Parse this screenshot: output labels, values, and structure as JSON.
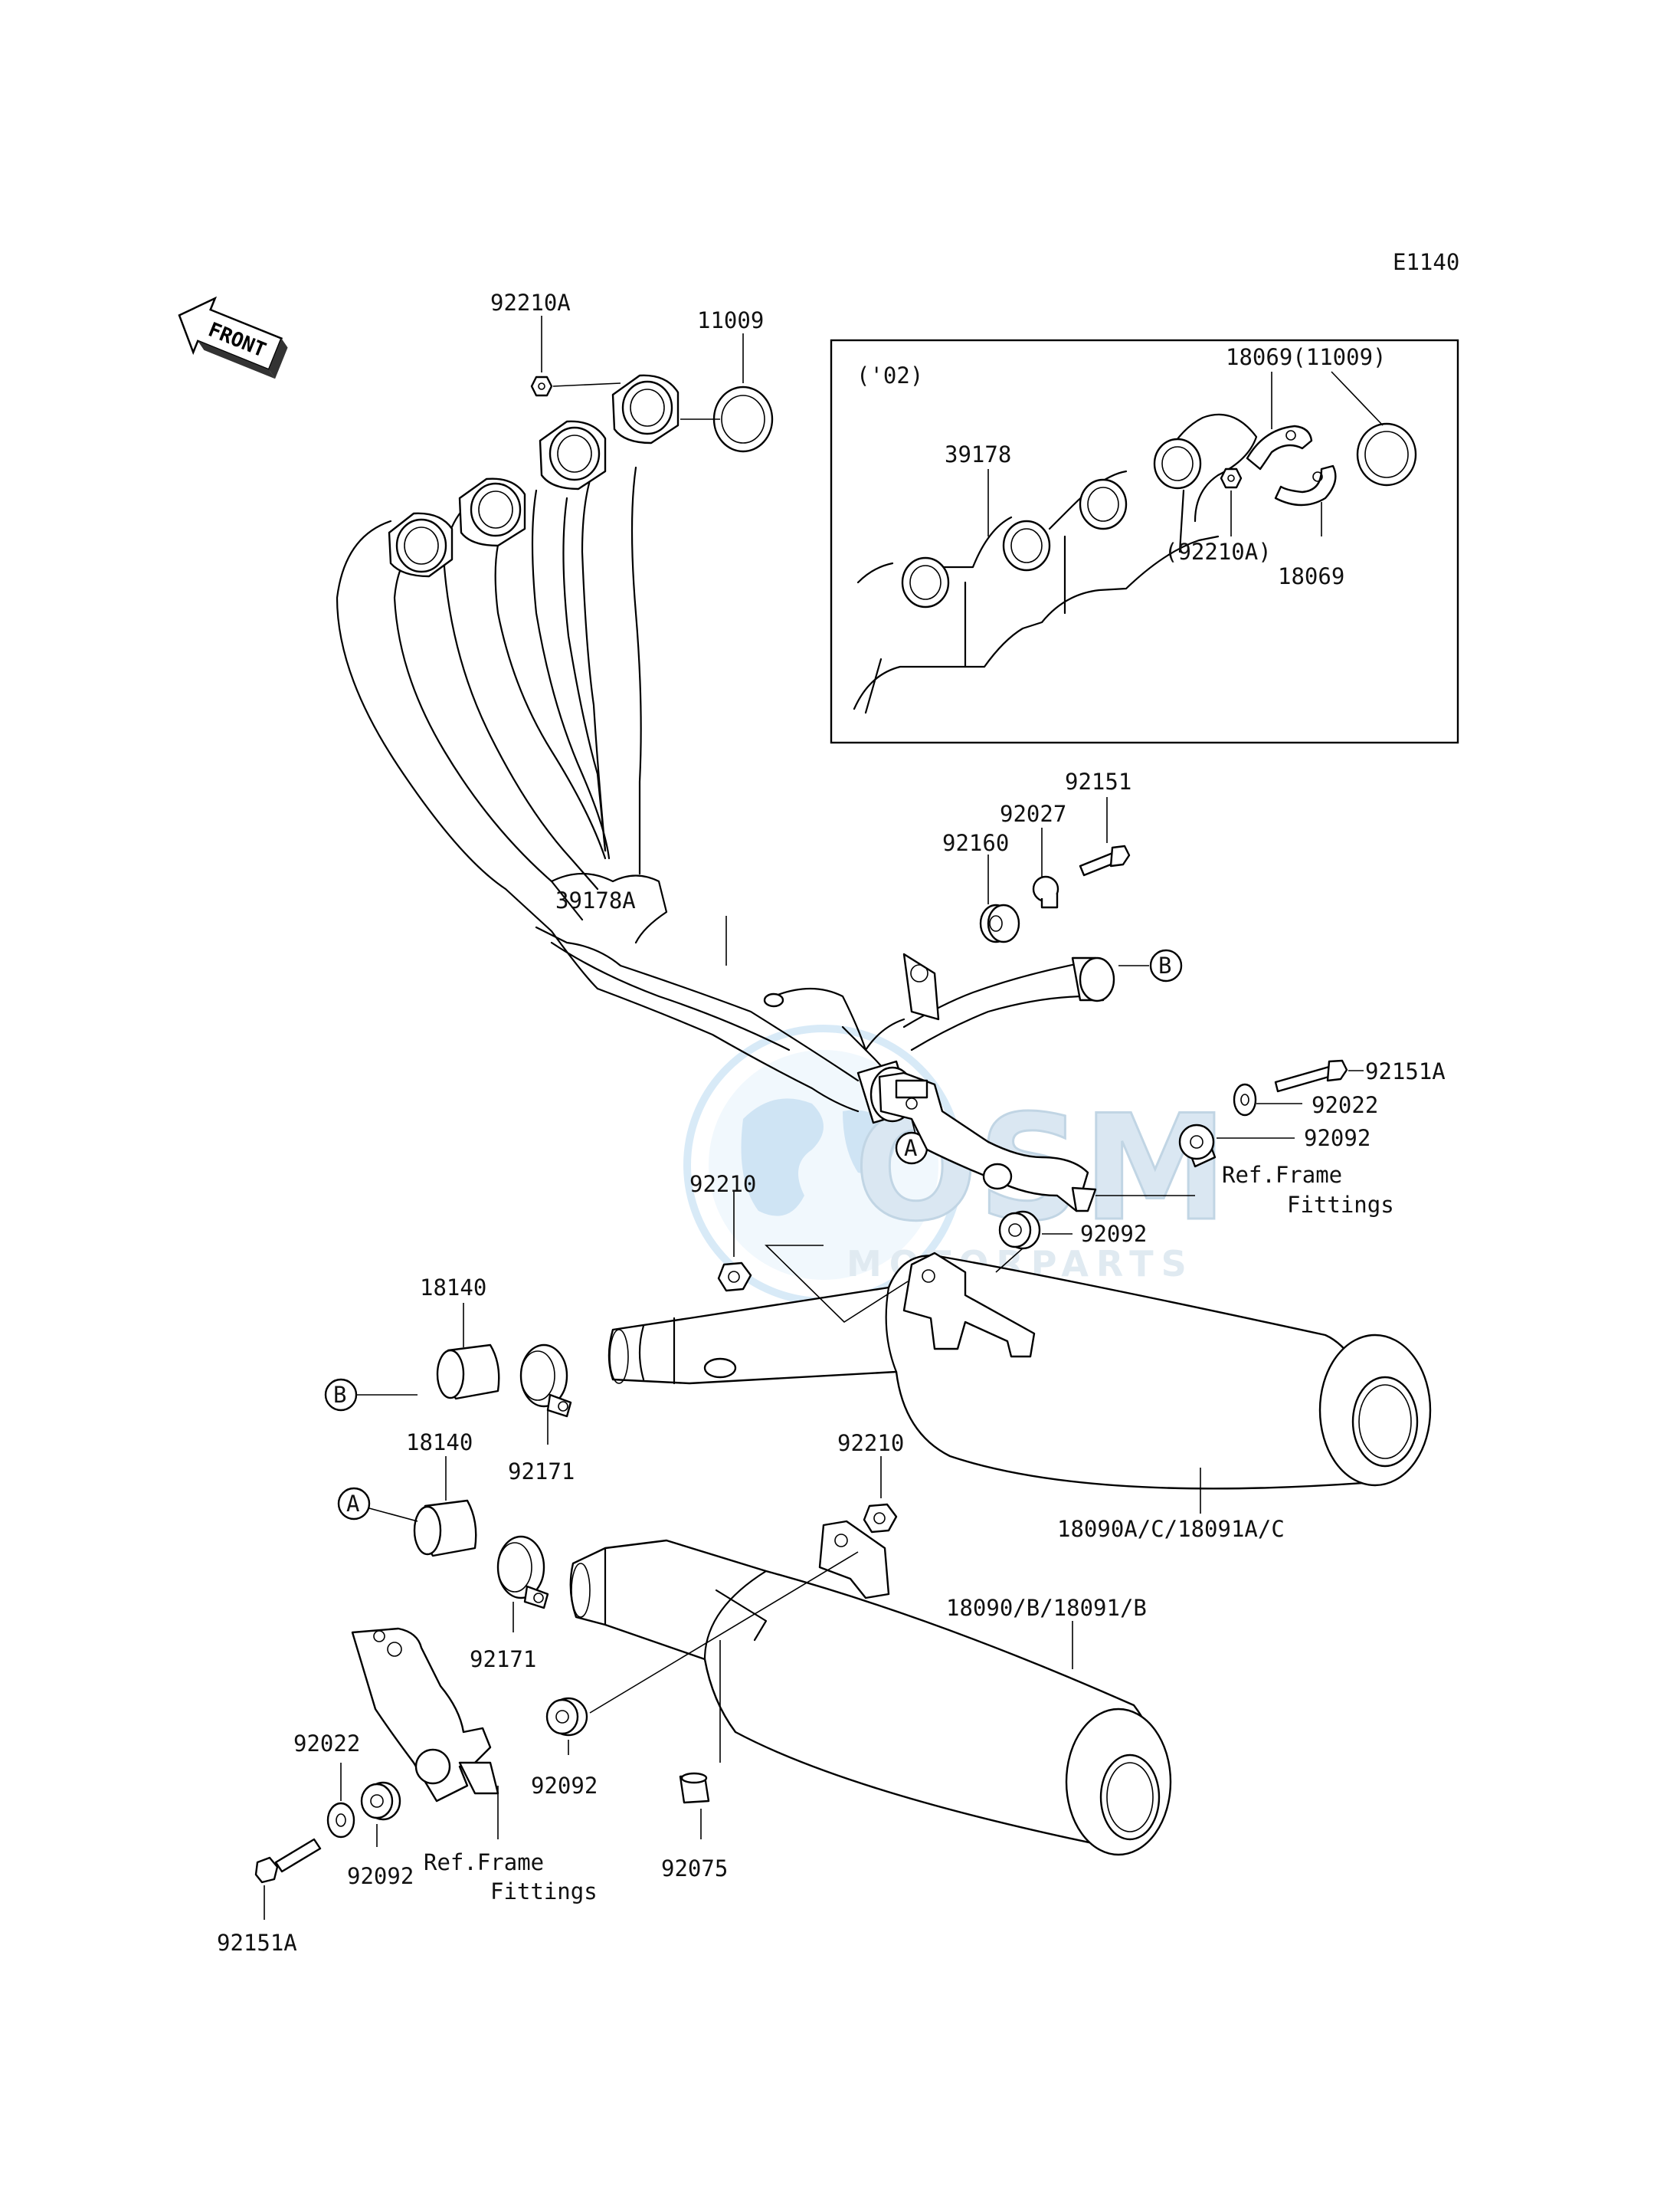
{
  "diagram_code": "E1140",
  "front_label": "FRONT",
  "inset": {
    "year": "('02)"
  },
  "watermark": {
    "brand": "OSM",
    "sub": "MOTORPARTS"
  },
  "labels": {
    "p92210A_top": "92210A",
    "p11009_top": "11009",
    "p18069_11009": "18069(11009)",
    "p39178": "39178",
    "p92210A_inset": "(92210A)",
    "p18069_inset": "18069",
    "p92151": "92151",
    "p92027": "92027",
    "p92160": "92160",
    "p39178A": "39178A",
    "p92151A_right": "92151A",
    "p92022_right": "92022",
    "p92092_right": "92092",
    "ref_frame_right_1": "Ref.Frame",
    "ref_frame_right_2": "Fittings",
    "p92210_mid": "92210",
    "p92092_mid": "92092",
    "p18140_upper": "18140",
    "p92171_upper": "92171",
    "p18140_lower": "18140",
    "p92210_lower": "92210",
    "p18090AC": "18090A/C/18091A/C",
    "p18090B": "18090/B/18091/B",
    "p92171_lower": "92171",
    "p92022_left": "92022",
    "p92092_lower_mid": "92092",
    "p92092_left": "92092",
    "ref_frame_left_1": "Ref.Frame",
    "ref_frame_left_2": "Fittings",
    "p92075": "92075",
    "p92151A_left": "92151A"
  },
  "callouts": {
    "a": "A",
    "b": "B"
  }
}
